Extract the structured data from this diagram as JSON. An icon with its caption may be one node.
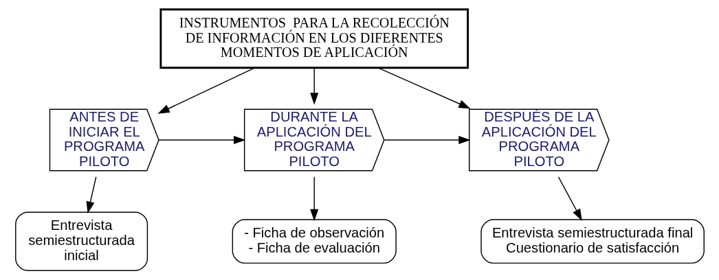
{
  "diagram": {
    "nodes": [
      {
        "text": [
          "INSTRUMENTOS  PARA LA RECOLECCIÓN DE INFORMACIÓN EN LOS DIFERENTES MOMENTOS DE APLICACIÓN"
        ]
      },
      {
        "text": [
          "ANTES DE INICIAR EL PROGRAMA PILOTO"
        ]
      },
      {
        "text": [
          "DURANTE LA APLICACIÓN DEL PROGRAMA PILOTO"
        ]
      },
      {
        "text": [
          "DESPUÉS DE LA APLICACIÓN DEL PROGRAMA PILOTO"
        ]
      },
      {
        "text": [
          "Entrevista semiestructurada inicial"
        ]
      },
      {
        "text": [
          "- Ficha de observación",
          "- Ficha de evaluación"
        ]
      },
      {
        "text": [
          "Entrevista semiestructurada final",
          "Cuestionario de satisfacción"
        ]
      }
    ],
    "edges": [
      {
        "from": 0,
        "to": 1,
        "arrow": "to"
      },
      {
        "from": 0,
        "to": 2,
        "arrow": "to"
      },
      {
        "from": 0,
        "to": 3,
        "arrow": "to"
      },
      {
        "from": 1,
        "to": 2,
        "arrow": "to"
      },
      {
        "from": 2,
        "to": 3,
        "arrow": "to"
      },
      {
        "from": 1,
        "to": 4,
        "arrow": "to"
      },
      {
        "from": 2,
        "to": 5,
        "arrow": "to"
      },
      {
        "from": 3,
        "to": 6,
        "arrow": "to"
      }
    ]
  }
}
